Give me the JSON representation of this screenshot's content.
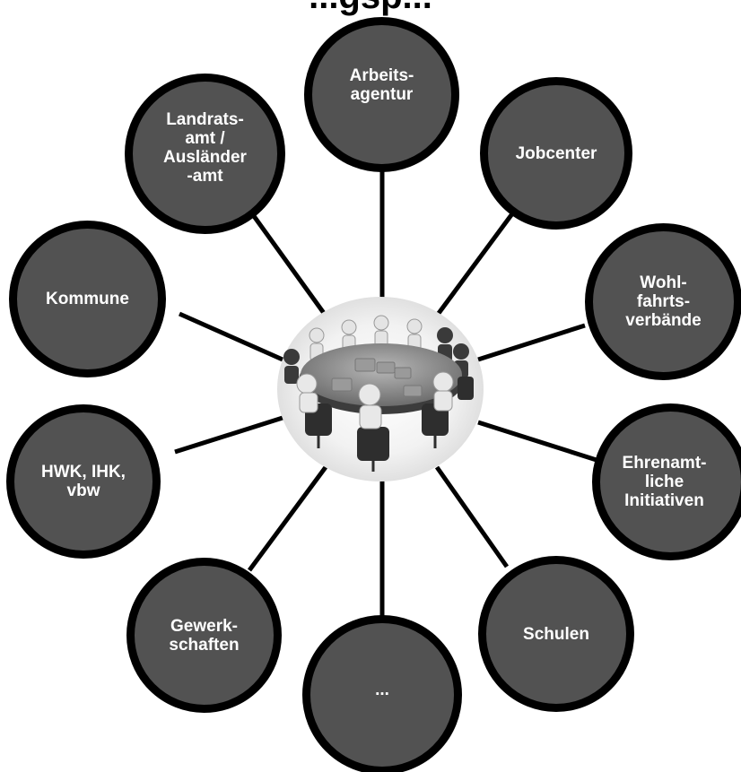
{
  "title_cut": "...gsp...",
  "center_image": {
    "description_icon": "round-table-meeting-icon"
  },
  "colors": {
    "node_fill": "#525252",
    "node_border": "#000000",
    "line": "#000000",
    "text": "#ffffff"
  },
  "nodes": [
    {
      "id": "arbeitsagentur",
      "label": "Arbeits-\nagentur"
    },
    {
      "id": "jobcenter",
      "label": "Jobcenter"
    },
    {
      "id": "wohlfahrtsverbaende",
      "label": "Wohl-\nfahrts-\nverbände"
    },
    {
      "id": "ehrenamtliche",
      "label": "Ehrenamt-\nliche\nInitiativen"
    },
    {
      "id": "schulen",
      "label": "Schulen"
    },
    {
      "id": "ellipsis",
      "label": "..."
    },
    {
      "id": "gewerkschaften",
      "label": "Gewerk-\nschaften"
    },
    {
      "id": "hwk",
      "label": "HWK, IHK,\nvbw"
    },
    {
      "id": "kommune",
      "label": "Kommune"
    },
    {
      "id": "landratsamt",
      "label": "Landrats-\namt /\nAusländer\n-amt"
    }
  ]
}
